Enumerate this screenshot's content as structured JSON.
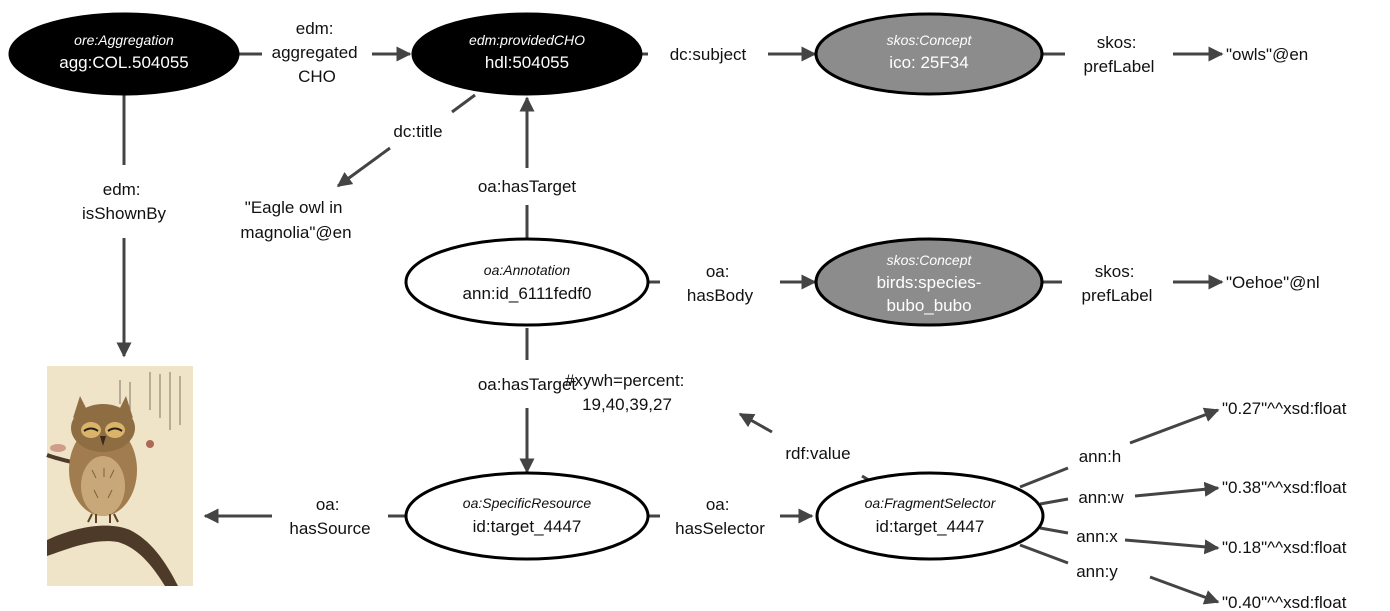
{
  "colors": {
    "dark_node": "#000000",
    "grey_node": "#8c8c8c",
    "light_node": "#ffffff",
    "edge": "#444444"
  },
  "nodes": {
    "aggregation": {
      "type": "ore:Aggregation",
      "id": "agg:COL.504055"
    },
    "provided_cho": {
      "type": "edm:providedCHO",
      "id": "hdl:504055"
    },
    "concept_ico": {
      "type": "skos:Concept",
      "id": "ico: 25F34"
    },
    "annotation": {
      "type": "oa:Annotation",
      "id": "ann:id_6111fedf0"
    },
    "concept_birds": {
      "type": "skos:Concept",
      "id_lines": [
        "birds:species-",
        "bubo_bubo"
      ]
    },
    "specific_resource": {
      "type": "oa:SpecificResource",
      "id": "id:target_4447"
    },
    "fragment_selector": {
      "type": "oa:FragmentSelector",
      "id": "id:target_4447"
    }
  },
  "literals": {
    "owls": "\"owls\"@en",
    "title_lines": [
      "\"Eagle owl in",
      "magnolia\"@en"
    ],
    "oehoe": "\"Oehoe\"@nl",
    "xywh_lines": [
      "#xywh=percent:",
      "19,40,39,27"
    ],
    "h_val": "\"0.27\"^^xsd:float",
    "w_val": "\"0.38\"^^xsd:float",
    "x_val": "\"0.18\"^^xsd:float",
    "y_val": "\"0.40\"^^xsd:float"
  },
  "edges": {
    "aggregated_cho": [
      "edm:",
      "aggregated",
      "CHO"
    ],
    "dc_subject": "dc:subject",
    "pref_label_1": [
      "skos:",
      "prefLabel"
    ],
    "is_shown_by": [
      "edm:",
      "isShownBy"
    ],
    "dc_title": "dc:title",
    "has_target_top": "oa:hasTarget",
    "has_body": [
      "oa:",
      "hasBody"
    ],
    "pref_label_2": [
      "skos:",
      "prefLabel"
    ],
    "has_target_bottom": "oa:hasTarget",
    "has_source": [
      "oa:",
      "hasSource"
    ],
    "has_selector": [
      "oa:",
      "hasSelector"
    ],
    "rdf_value": "rdf:value",
    "ann_h": "ann:h",
    "ann_w": "ann:w",
    "ann_x": "ann:x",
    "ann_y": "ann:y"
  },
  "image": {
    "icon": "owl-painting"
  }
}
